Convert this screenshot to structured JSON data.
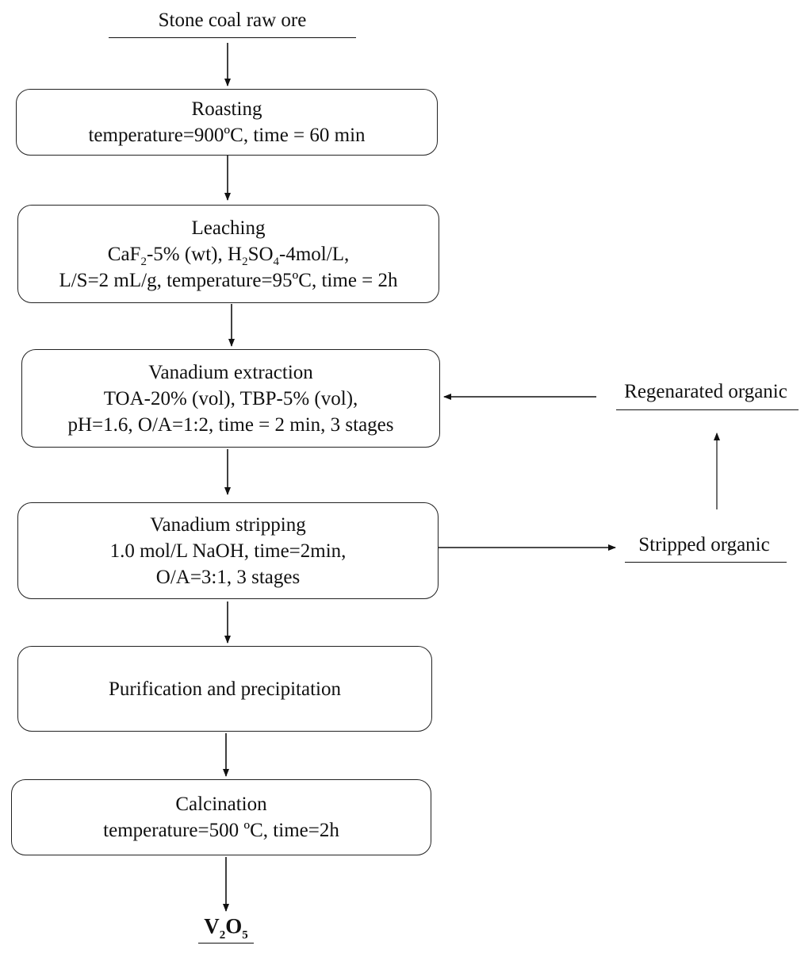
{
  "start": {
    "label": "Stone coal raw ore"
  },
  "steps": {
    "roasting": {
      "title": "Roasting",
      "params": "temperature=900ºC, time = 60 min"
    },
    "leaching": {
      "title": "Leaching",
      "line2": {
        "caf": "CaF",
        "caf_sub": "2",
        "caf_tail": "-5% (wt), H",
        "h_sub": "2",
        "so": "SO",
        "so_sub": "4",
        "tail": "-4mol/L,"
      },
      "line3": "L/S=2 mL/g, temperature=95ºC, time = 2h"
    },
    "extraction": {
      "title": "Vanadium extraction",
      "line2": "TOA-20% (vol), TBP-5% (vol),",
      "line3": "pH=1.6, O/A=1:2, time = 2 min, 3 stages"
    },
    "stripping": {
      "title": "Vanadium stripping",
      "line2": "1.0 mol/L NaOH, time=2min,",
      "line3": "O/A=3:1, 3 stages"
    },
    "purification": {
      "title": "Purification and precipitation"
    },
    "calcination": {
      "title": "Calcination",
      "params": "temperature=500 ºC, time=2h"
    }
  },
  "side": {
    "regenerated": "Regenarated organic",
    "stripped": "Stripped organic"
  },
  "product": {
    "v": "V",
    "v_sub": "2",
    "o": "O",
    "o_sub": "5"
  }
}
